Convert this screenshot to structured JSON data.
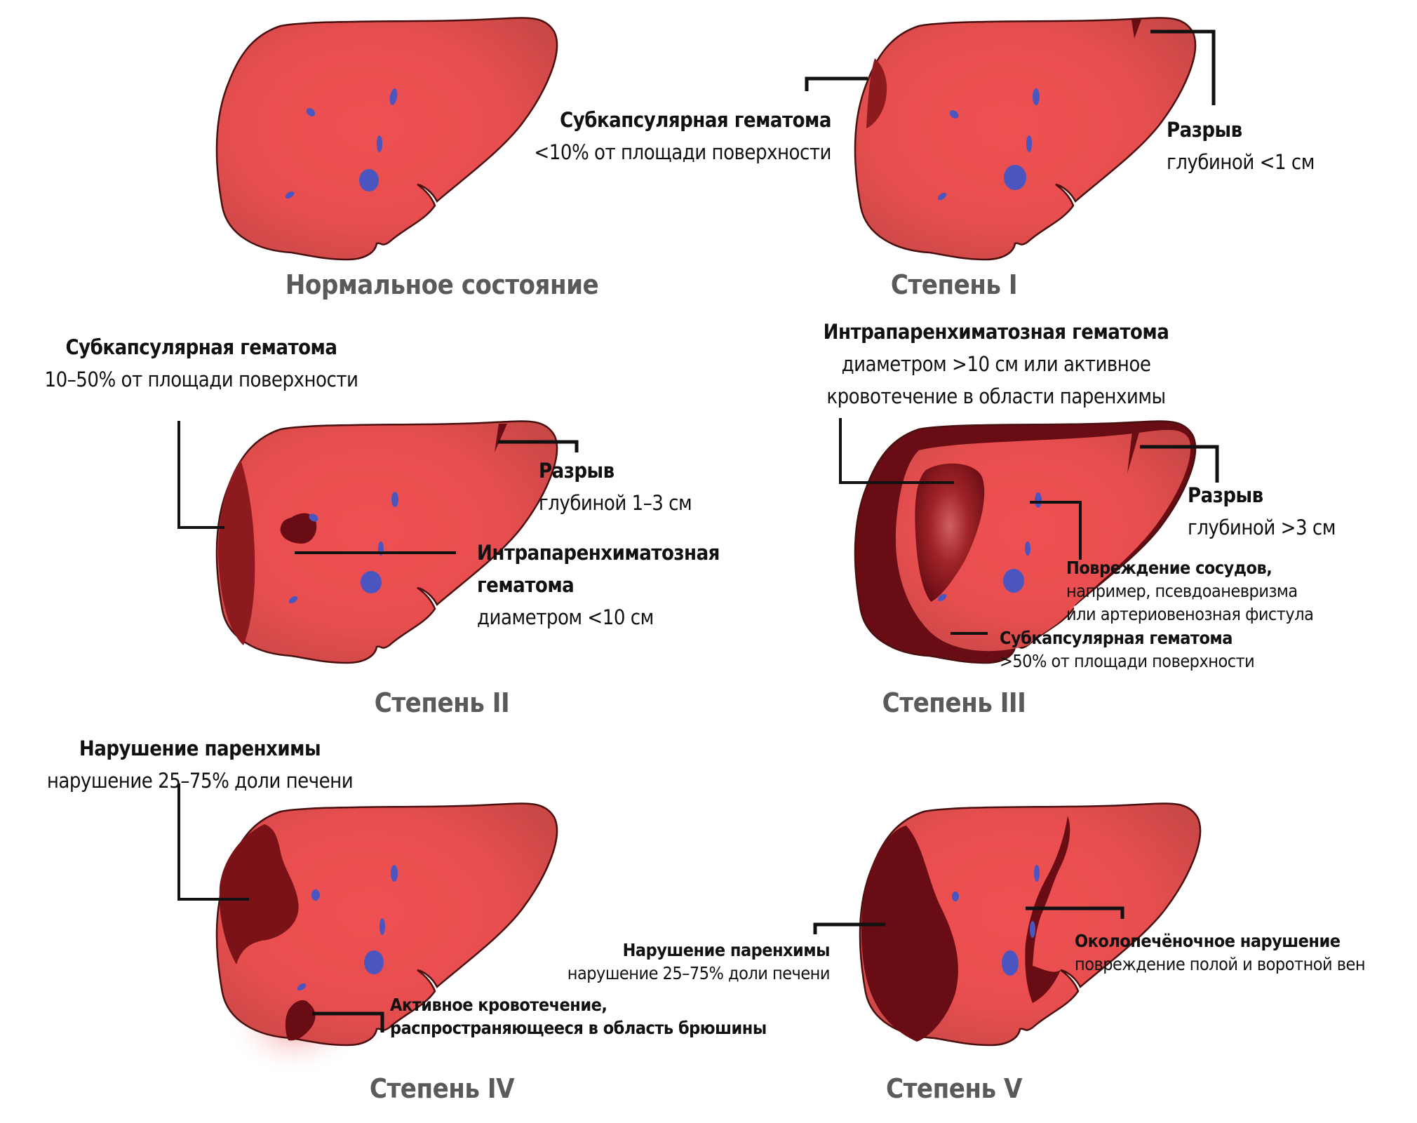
{
  "colors": {
    "liver": "#e8504f",
    "liver_shade": "#c94a48",
    "liver_edge": "#4a1010",
    "hematoma": "#8c1a1e",
    "hematoma_dark": "#5a0810",
    "vessel": "#4a55c0",
    "callout_line": "#111111",
    "title_text": "#5a5a5a"
  },
  "panels": [
    {
      "id": "normal",
      "title": "Нормальное состояние",
      "labels": []
    },
    {
      "id": "grade-1",
      "title": "Степень I",
      "labels": [
        {
          "heading": "Субкапсулярная гематома",
          "detail": "<10% от площади поверхности"
        },
        {
          "heading": "Разрыв",
          "detail": "глубиной <1 см"
        }
      ]
    },
    {
      "id": "grade-2",
      "title": "Степень II",
      "labels": [
        {
          "heading": "Субкапсулярная гематома",
          "detail": "10–50% от площади поверхности"
        },
        {
          "heading": "Разрыв",
          "detail": "глубиной 1–3 см"
        },
        {
          "heading": "Интрапаренхиматозная",
          "heading2": "гематома",
          "detail": "диаметром <10 см"
        }
      ]
    },
    {
      "id": "grade-3",
      "title": "Степень III",
      "labels": [
        {
          "heading": "Интрапаренхиматозная гематома",
          "detail": "диаметром >10 см или активное",
          "detail2": "кровотечение в области паренхимы"
        },
        {
          "heading": "Разрыв",
          "detail": "глубиной >3 см"
        },
        {
          "heading": "Повреждение сосудов,",
          "detail": "например, псевдоаневризма",
          "detail2": "или артериовенозная фистула"
        },
        {
          "heading": "Субкапсулярная гематома",
          "detail": ">50% от площади поверхности"
        }
      ]
    },
    {
      "id": "grade-4",
      "title": "Степень IV",
      "labels": [
        {
          "heading": "Нарушение паренхимы",
          "detail": "нарушение 25–75% доли печени"
        },
        {
          "heading": "Активное кровотечение,",
          "detail": "распространяющееся в область брюшины"
        }
      ]
    },
    {
      "id": "grade-5",
      "title": "Степень V",
      "labels": [
        {
          "heading": "Нарушение паренхимы",
          "detail": "нарушение 25–75% доли печени"
        },
        {
          "heading": "Околопечёночное нарушение",
          "detail": "повреждение полой и воротной вен"
        }
      ]
    }
  ]
}
